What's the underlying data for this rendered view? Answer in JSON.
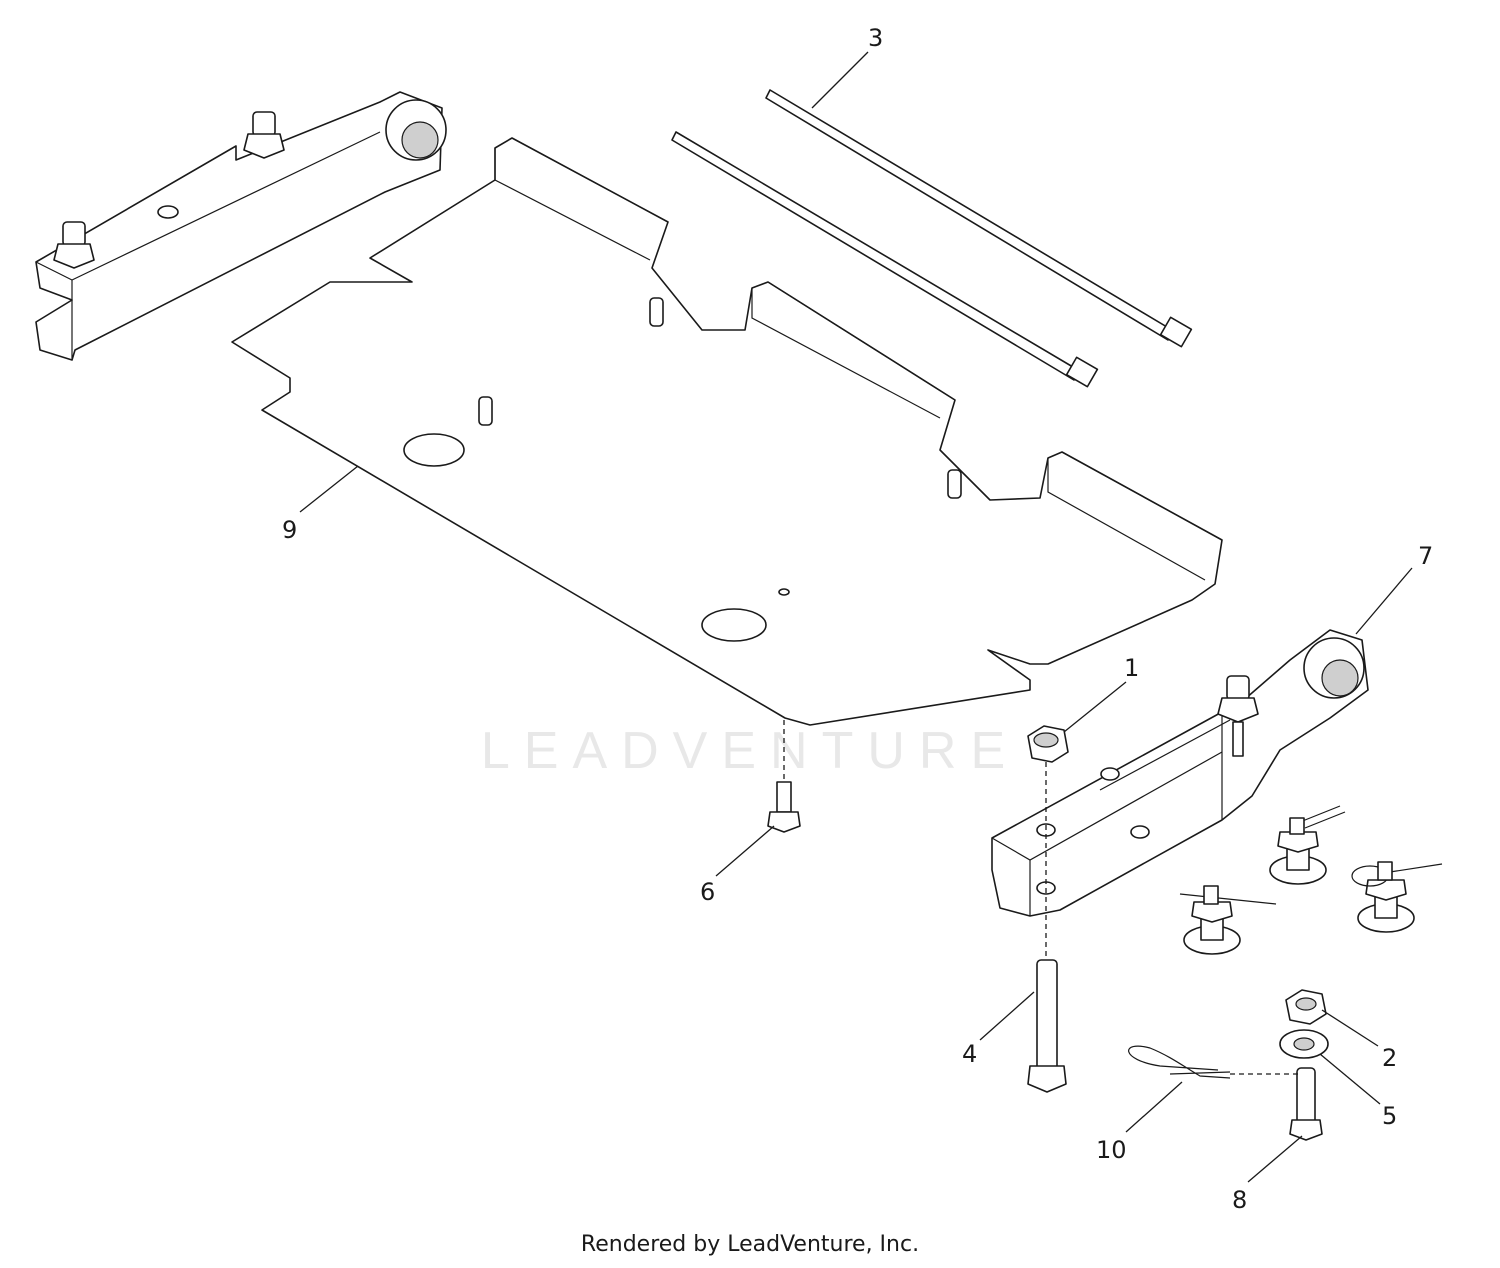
{
  "callouts": [
    {
      "id": "1",
      "label": "1"
    },
    {
      "id": "2",
      "label": "2"
    },
    {
      "id": "3",
      "label": "3"
    },
    {
      "id": "4",
      "label": "4"
    },
    {
      "id": "5",
      "label": "5"
    },
    {
      "id": "6",
      "label": "6"
    },
    {
      "id": "7",
      "label": "7"
    },
    {
      "id": "8",
      "label": "8"
    },
    {
      "id": "9",
      "label": "9"
    },
    {
      "id": "10",
      "label": "10"
    }
  ],
  "watermark": "LEADVENTURE",
  "footer": "Rendered by LeadVenture, Inc."
}
